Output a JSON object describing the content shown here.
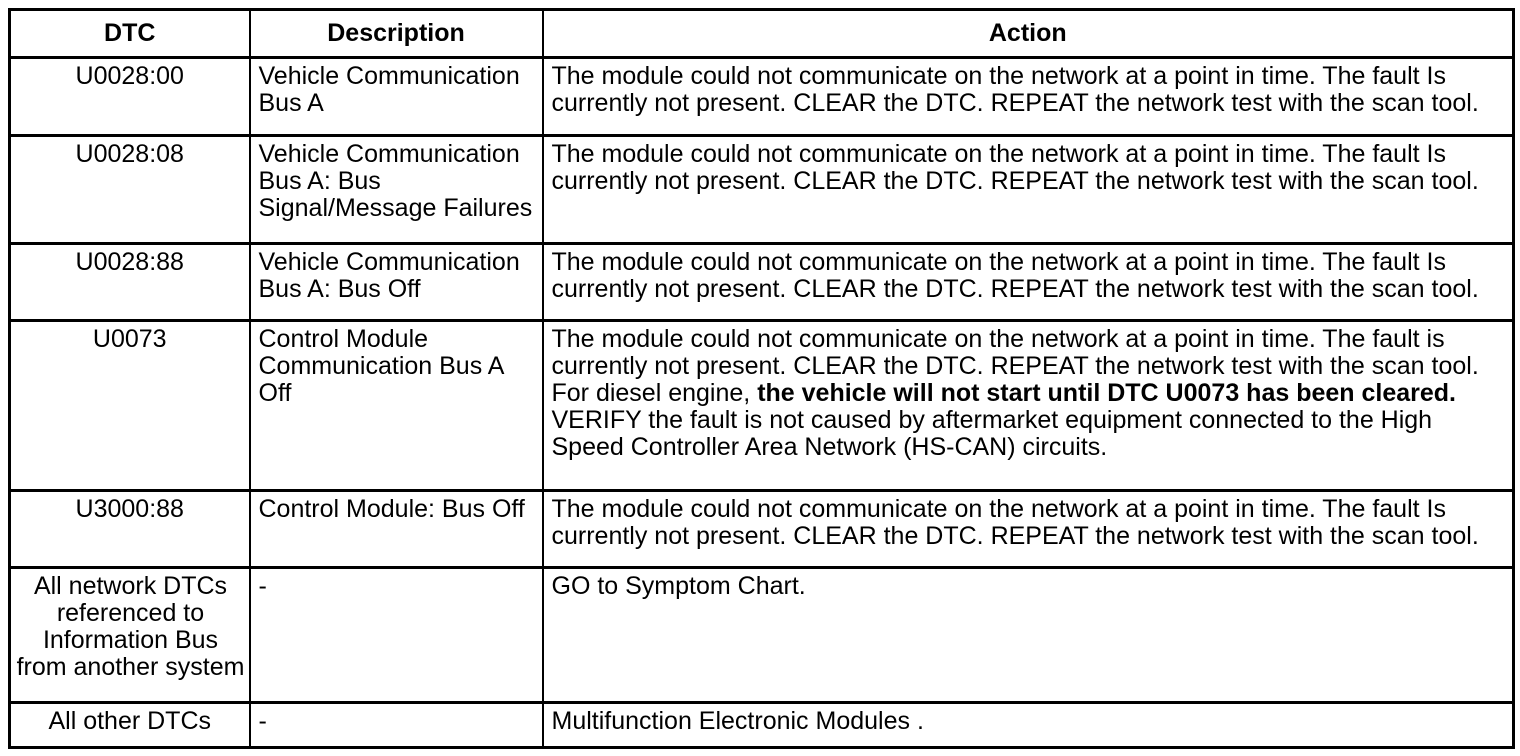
{
  "table": {
    "headers": {
      "dtc": "DTC",
      "description": "Description",
      "action": "Action"
    },
    "rows": [
      {
        "dtc": "U0028:00",
        "description": "Vehicle Communication Bus A",
        "action": "The module could not communicate on the network at a point in time. The fault Is currently not present. CLEAR the DTC. REPEAT the network test with the scan tool."
      },
      {
        "dtc": "U0028:08",
        "description": "Vehicle Communication Bus A: Bus Signal/Message Failures",
        "action": "The module could not communicate on the network at a point in time. The fault Is currently not present. CLEAR the DTC. REPEAT the network test with the scan tool."
      },
      {
        "dtc": "U0028:88",
        "description": "Vehicle Communication Bus A: Bus Off",
        "action": "The module could not communicate on the network at a point in time. The fault Is currently not present. CLEAR the DTC. REPEAT the network test with the scan tool."
      },
      {
        "dtc": "U0073",
        "description": "Control Module Communication Bus A Off",
        "action_pre": "The module could not communicate on the network at a point in time. The fault is currently not present. CLEAR the DTC. REPEAT the network test with the scan tool. For diesel engine, ",
        "action_bold": "the vehicle will not start until DTC U0073 has been cleared.",
        "action_post": " VERIFY the fault is not caused by aftermarket equipment connected to the High Speed Controller Area Network (HS-CAN) circuits."
      },
      {
        "dtc": "U3000:88",
        "description": "Control Module: Bus Off",
        "action": "The module could not communicate on the network at a point in time. The fault Is currently not present. CLEAR the DTC. REPEAT the network test with the scan tool."
      },
      {
        "dtc": "All network DTCs referenced to Information Bus from another system",
        "description": "-",
        "action": "GO to Symptom Chart."
      },
      {
        "dtc": "All other DTCs",
        "description": "-",
        "action": "Multifunction Electronic Modules ."
      }
    ]
  },
  "colors": {
    "border": "#000000",
    "text": "#000000",
    "background": "#ffffff"
  }
}
